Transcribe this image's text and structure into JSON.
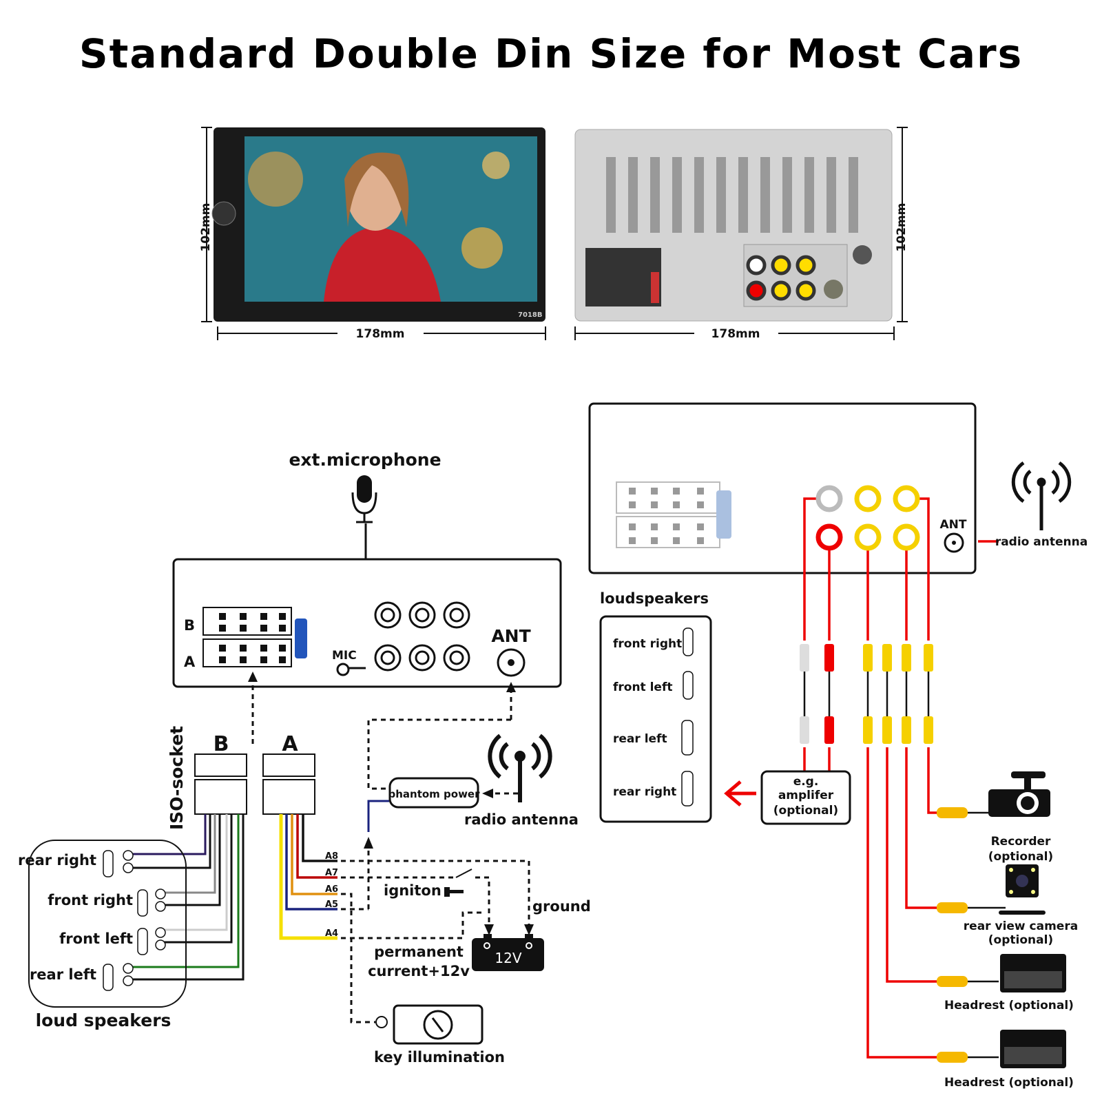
{
  "title": "Standard Double Din Size for Most Cars",
  "dimensions": {
    "front_height": "102mm",
    "front_width": "178mm",
    "back_height": "102mm",
    "back_width": "178mm",
    "model_label": "7018B"
  },
  "left_diagram": {
    "microphone_label": "ext.microphone",
    "mic_port": "MIC",
    "ant_port": "ANT",
    "connector_b": "B",
    "connector_a": "A",
    "iso_socket": "ISO-socket",
    "iso_b": "B",
    "iso_a": "A",
    "phantom_power": "phantom power",
    "radio_antenna": "radio antenna",
    "speakers": [
      "rear right",
      "front right",
      "front left",
      "rear left"
    ],
    "speakers_title": "loud speakers",
    "pins": [
      "A8",
      "A7",
      "A6",
      "A5",
      "A4"
    ],
    "ignition": "igniton",
    "ground": "ground",
    "permanent": "permanent",
    "current": "current+12v",
    "battery": "12V",
    "key_illumination": "key illumination"
  },
  "right_diagram": {
    "ant_port": "ANT",
    "radio_antenna": "radio antenna",
    "loudspeakers_title": "loudspeakers",
    "loudspeakers": [
      "front right",
      "front left",
      "rear left",
      "rear right"
    ],
    "amplifier": [
      "e.g.",
      "amplifer",
      "(optional)"
    ],
    "devices": [
      {
        "name": "Recorder",
        "note": "(optional)"
      },
      {
        "name": "rear view camera",
        "note": "(optional)"
      },
      {
        "name": "Headrest (optional)"
      },
      {
        "name": "Headrest (optional)"
      }
    ]
  },
  "colors": {
    "red": "#e00000",
    "yellow": "#f5d000",
    "rca_plug": "#f5b800"
  }
}
